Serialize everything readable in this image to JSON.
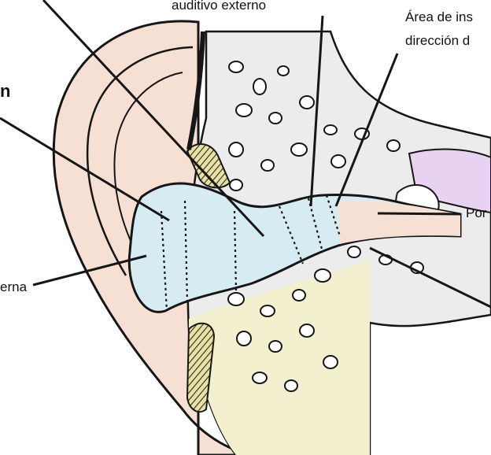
{
  "labels": {
    "top_center": "auditivo externo",
    "top_right_line1": "Área de ins",
    "top_right_line2": "dirección d",
    "right_middle": "Por",
    "left_upper": "n",
    "left_lower": "erna"
  },
  "colors": {
    "skin": "#f6e0d4",
    "skin_light": "#fbeee6",
    "canal_fill": "#d7ecf2",
    "bone": "#e4e4e4",
    "cartilage": "#f3f0cf",
    "membrane": "#e7d3f1",
    "outline": "#161616"
  }
}
